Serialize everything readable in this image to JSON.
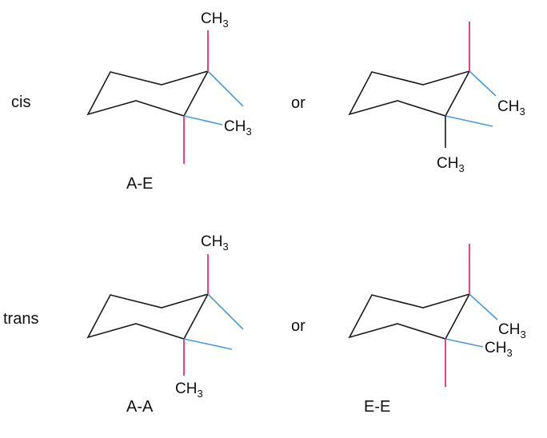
{
  "rows": [
    {
      "label": "cis"
    },
    {
      "label": "trans"
    }
  ],
  "separator": "or",
  "group": {
    "main": "CH",
    "sub": "3"
  },
  "captions": {
    "cis_left": "A-E",
    "trans_left": "A-A",
    "trans_right": "E-E"
  },
  "colors": {
    "axial_bond": "#e8457a",
    "equatorial_bond": "#4a9ad8",
    "ring": "#1a1a1a"
  }
}
